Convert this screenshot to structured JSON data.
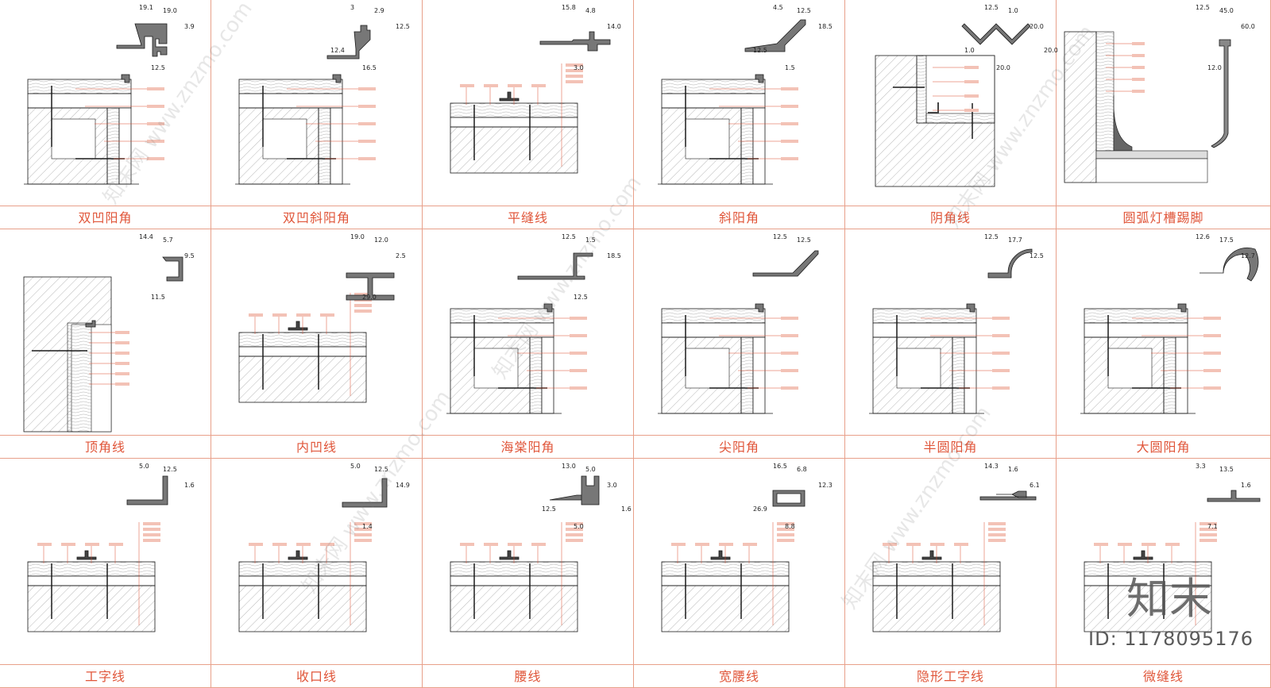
{
  "panels": [
    {
      "title": "双凹阳角",
      "dims": [
        "19.1",
        "19.0",
        "3.9",
        "12.5"
      ]
    },
    {
      "title": "双凹斜阳角",
      "dims": [
        "3",
        "2.9",
        "12.5",
        "16.5",
        "12.4"
      ]
    },
    {
      "title": "平缝线",
      "dims": [
        "15.8",
        "4.8",
        "14.0",
        "3.0"
      ]
    },
    {
      "title": "斜阳角",
      "dims": [
        "4.5",
        "12.5",
        "18.5",
        "1.5",
        "12.5"
      ]
    },
    {
      "title": "阴角线",
      "dims": [
        "12.5",
        "1.0",
        "20.0",
        "20.0",
        "1.0",
        "20.0"
      ]
    },
    {
      "title": "圆弧灯槽踢脚",
      "dims": [
        "12.5",
        "45.0",
        "60.0",
        "12.0"
      ]
    },
    {
      "title": "顶角线",
      "dims": [
        "14.4",
        "5.7",
        "9.5",
        "11.5"
      ]
    },
    {
      "title": "内凹线",
      "dims": [
        "19.0",
        "12.0",
        "2.5",
        "29.0"
      ]
    },
    {
      "title": "海棠阳角",
      "dims": [
        "12.5",
        "1.5",
        "18.5",
        "12.5"
      ]
    },
    {
      "title": "尖阳角",
      "dims": [
        "12.5",
        "12.5"
      ]
    },
    {
      "title": "半圆阳角",
      "dims": [
        "12.5",
        "17.7",
        "12.5"
      ]
    },
    {
      "title": "大圆阳角",
      "dims": [
        "12.6",
        "17.5",
        "12.7"
      ]
    },
    {
      "title": "工字线",
      "dims": [
        "5.0",
        "12.5",
        "1.6"
      ]
    },
    {
      "title": "收口线",
      "dims": [
        "5.0",
        "12.5",
        "14.9",
        "1.4"
      ]
    },
    {
      "title": "腰线",
      "dims": [
        "13.0",
        "5.0",
        "3.0",
        "5.0",
        "12.5",
        "1.6"
      ]
    },
    {
      "title": "宽腰线",
      "dims": [
        "16.5",
        "6.8",
        "12.3",
        "8.8",
        "26.9"
      ]
    },
    {
      "title": "隐形工字线",
      "dims": [
        "14.3",
        "1.6",
        "6.1"
      ]
    },
    {
      "title": "微缝线",
      "dims": [
        "3.3",
        "13.5",
        "1.6",
        "7.1"
      ]
    }
  ],
  "watermark": {
    "logo": "知末",
    "id": "ID: 1178095176",
    "diag": "知末网 www.znzmo.com"
  },
  "colors": {
    "grid": "#e8a08a",
    "caption": "#e0563a",
    "note": "#d94a2e",
    "line": "#1a1a1a"
  }
}
